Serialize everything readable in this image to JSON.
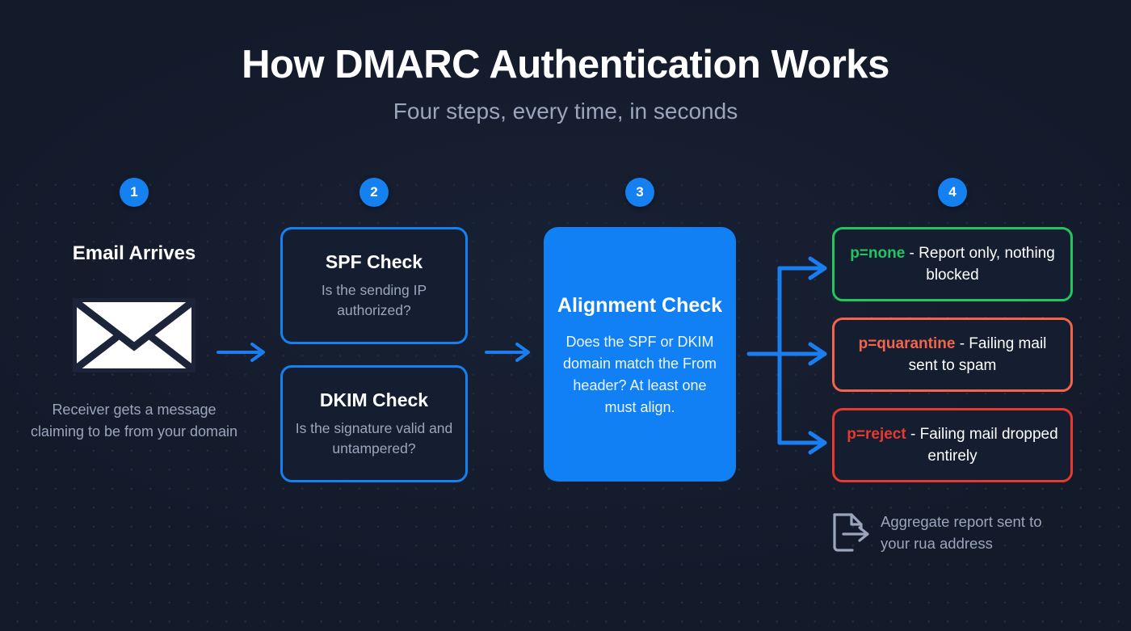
{
  "header": {
    "title": "How DMARC Authentication Works",
    "subtitle": "Four steps, every time, in seconds"
  },
  "colors": {
    "background": "#131a2a",
    "accent_blue": "#1580f0",
    "card_fill": "#151d30",
    "muted_text": "#9aa6bd",
    "policy_none": "#22c55e",
    "policy_quarantine": "#f2654b",
    "policy_reject": "#e8392f"
  },
  "steps": [
    {
      "number": "1",
      "heading": "Email Arrives",
      "icon": "envelope-icon",
      "caption": "Receiver gets a message claiming to be from your domain"
    },
    {
      "number": "2",
      "heading": "",
      "caption": ""
    },
    {
      "number": "3",
      "heading": "",
      "caption": ""
    },
    {
      "number": "4",
      "heading": "",
      "caption": ""
    }
  ],
  "checks": [
    {
      "title": "SPF Check",
      "desc": "Is the sending IP authorized?"
    },
    {
      "title": "DKIM Check",
      "desc": "Is the signature valid and untampered?"
    }
  ],
  "alignment": {
    "title": "Alignment Check",
    "desc": "Does the SPF or DKIM domain match the From header? At least one must align."
  },
  "policies": [
    {
      "tag": "p=none",
      "rest": " - Report only, nothing blocked",
      "color": "#22c55e"
    },
    {
      "tag": "p=quarantine",
      "rest": " - Failing mail sent to spam",
      "color": "#f2654b"
    },
    {
      "tag": "p=reject",
      "rest": " - Failing mail dropped entirely",
      "color": "#e8392f"
    }
  ],
  "footnote": {
    "icon": "document-export-icon",
    "text": "Aggregate report sent to your rua address"
  }
}
